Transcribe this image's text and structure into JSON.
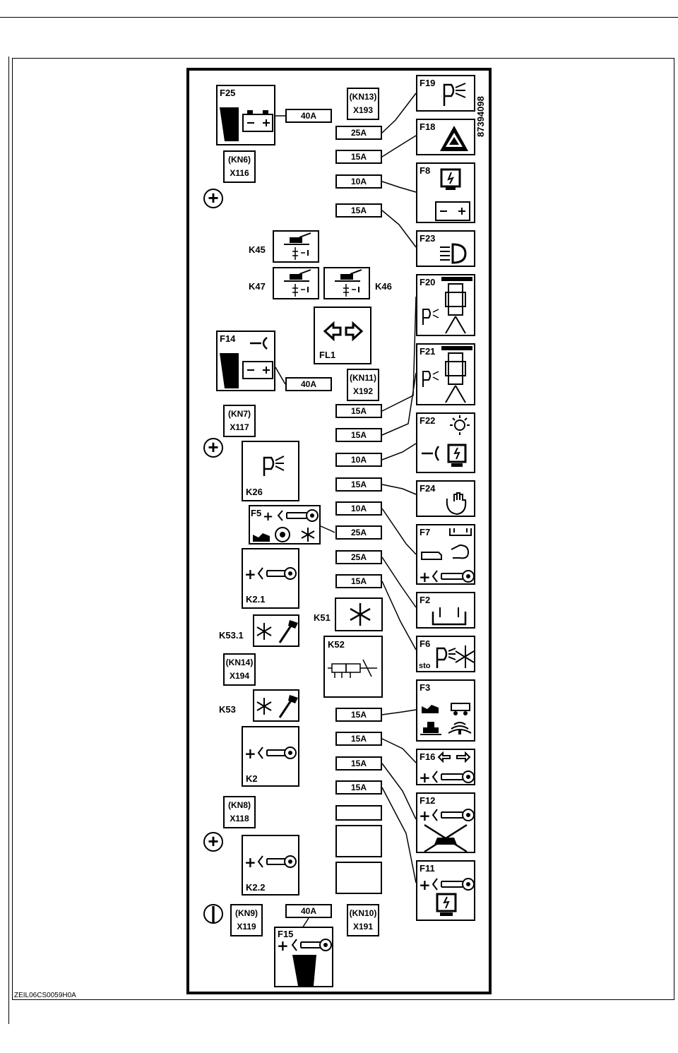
{
  "vertical_code": "87394098",
  "figure_ref": "ZEIL06CS0059H0A",
  "fuses": [
    {
      "id": "f25-rating",
      "label": "40A"
    },
    {
      "id": "slot-1",
      "label": "25A"
    },
    {
      "id": "slot-2",
      "label": "15A"
    },
    {
      "id": "slot-3",
      "label": "10A"
    },
    {
      "id": "slot-4",
      "label": "15A"
    },
    {
      "id": "f14-rating",
      "label": "40A"
    },
    {
      "id": "slot-5",
      "label": "15A"
    },
    {
      "id": "slot-6",
      "label": "15A"
    },
    {
      "id": "slot-7",
      "label": "10A"
    },
    {
      "id": "slot-8",
      "label": "15A"
    },
    {
      "id": "slot-9",
      "label": "10A"
    },
    {
      "id": "slot-10",
      "label": "25A"
    },
    {
      "id": "slot-11",
      "label": "25A"
    },
    {
      "id": "slot-12",
      "label": "15A"
    },
    {
      "id": "slot-13",
      "label": "15A"
    },
    {
      "id": "slot-14",
      "label": "15A"
    },
    {
      "id": "slot-15",
      "label": "15A"
    },
    {
      "id": "slot-16",
      "label": "15A"
    },
    {
      "id": "f15-rating",
      "label": "40A"
    }
  ],
  "connectors": [
    {
      "l1": "(KN13)",
      "l2": "X193"
    },
    {
      "l1": "(KN6)",
      "l2": "X116"
    },
    {
      "l1": "(KN11)",
      "l2": "X192"
    },
    {
      "l1": "(KN7)",
      "l2": "X117"
    },
    {
      "l1": "(KN14)",
      "l2": "X194"
    },
    {
      "l1": "(KN8)",
      "l2": "X118"
    },
    {
      "l1": "(KN9)",
      "l2": "X119"
    },
    {
      "l1": "(KN10)",
      "l2": "X191"
    }
  ],
  "labels": {
    "f25": "F25",
    "f19": "F19",
    "f18": "F18",
    "f8": "F8",
    "f23": "F23",
    "f20": "F20",
    "f21": "F21",
    "f22": "F22",
    "f24": "F24",
    "f7": "F7",
    "f2": "F2",
    "f6": "F6",
    "f6_sub": "sto",
    "f3": "F3",
    "f16": "F16",
    "f12": "F12",
    "f11": "F11",
    "f14": "F14",
    "f5": "F5",
    "f15": "F15",
    "k45": "K45",
    "k47": "K47",
    "k46": "K46",
    "fl1": "FL1",
    "k26": "K26",
    "k2_1": "K2.1",
    "k53_1": "K53.1",
    "k51": "K51",
    "k52": "K52",
    "k53": "K53",
    "k2": "K2",
    "k2_2": "K2.2",
    "plus_sign": "+",
    "minus_sign": "−",
    "ground_sign": "|"
  }
}
